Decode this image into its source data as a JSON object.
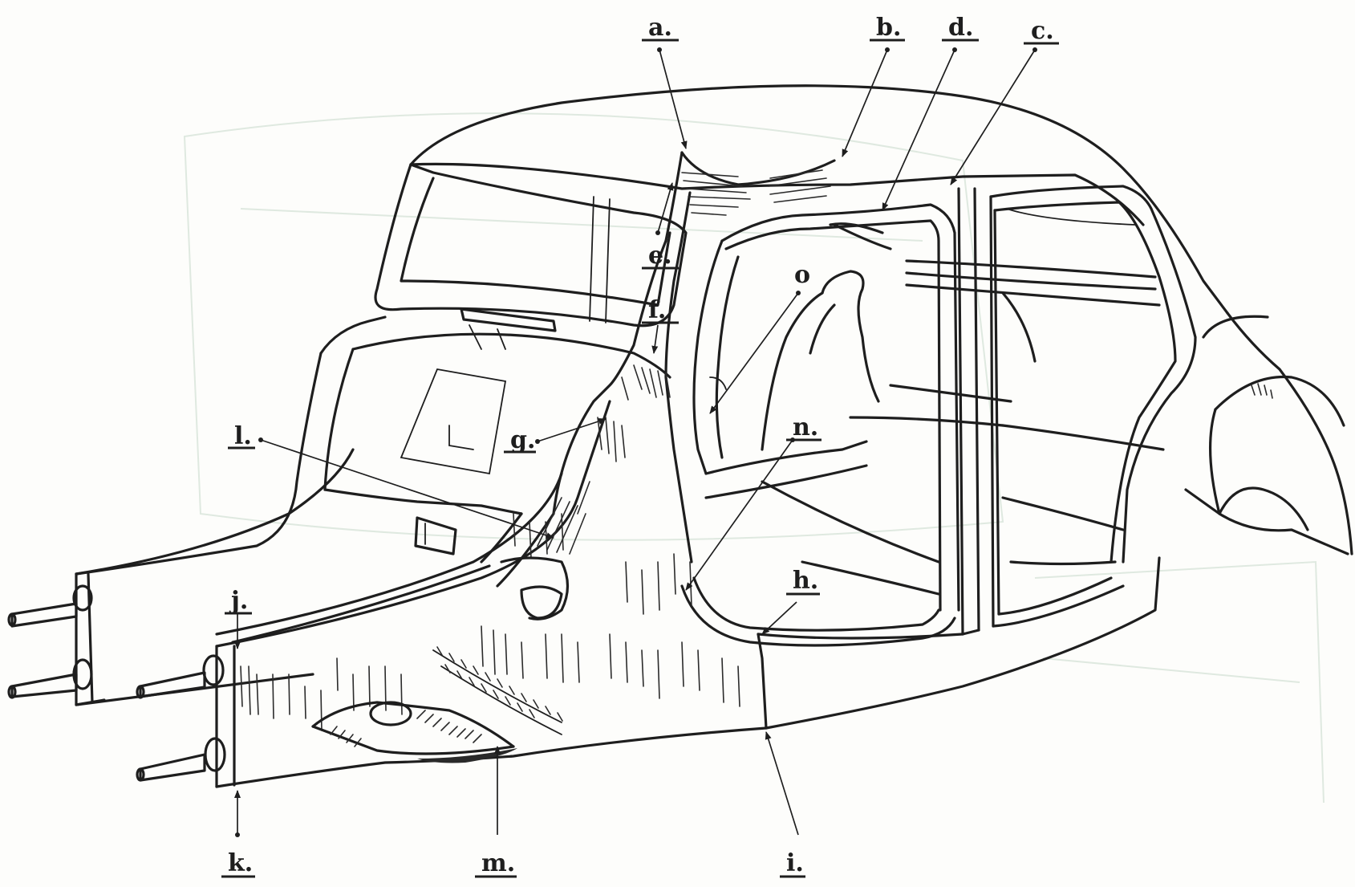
{
  "labels": {
    "a": "a.",
    "b": "b.",
    "d": "d.",
    "c": "c.",
    "e": "e.",
    "f": "f.",
    "o": "o",
    "g": "g.",
    "l": "l.",
    "n": "n.",
    "h": "h.",
    "j": "j.",
    "k": "k.",
    "m": "m.",
    "i": "i."
  },
  "colors": {
    "ink": "#1e1e1e",
    "paper": "#fdfdfb",
    "ghost": "#dfe9e0"
  }
}
